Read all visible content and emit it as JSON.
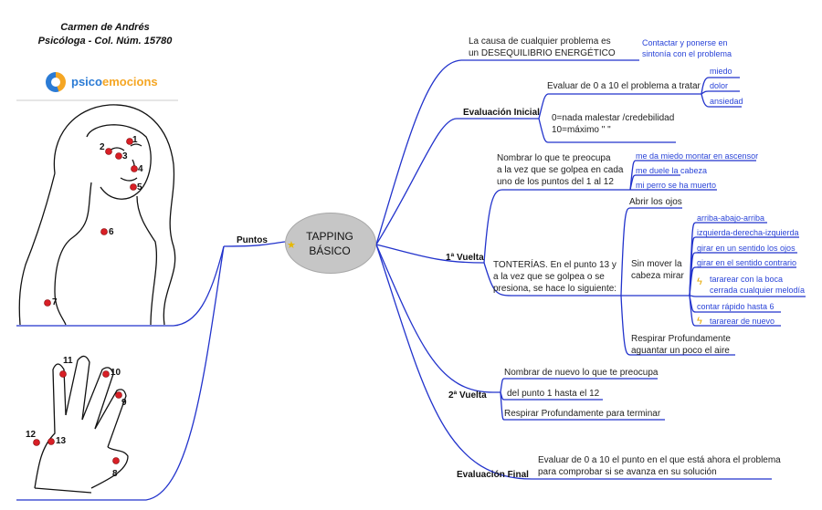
{
  "header": {
    "author": "Carmen de Andrés",
    "credential": "Psicóloga - Col. Núm. 15780"
  },
  "logo": {
    "part1": "psico",
    "part2": "emocions"
  },
  "center": {
    "line1": "TAPPING",
    "line2": "BÁSICO"
  },
  "branches": {
    "puntos": "Puntos",
    "evaluacion_inicial": "Evaluación Inicial",
    "primera_vuelta": "1ª Vuelta",
    "segunda_vuelta": "2ª Vuelta",
    "evaluacion_final": "Evaluación Final"
  },
  "causa": {
    "text1": "La causa de cualquier problema es",
    "text2": "un  DESEQUILIBRIO  ENERGÉTICO",
    "link1": "Contactar y ponerse en",
    "link2": "sintonía con el problema"
  },
  "eval_inicial": {
    "evaluar": "Evaluar de 0 a 10 el problema a tratar",
    "options": [
      "miedo",
      "dolor",
      "ansiedad"
    ],
    "scale1": "0=nada malestar /credebilidad",
    "scale2": "10=máximo \"          \""
  },
  "vuelta1": {
    "nombrar": [
      "Nombrar lo que te preocupa",
      "a la vez que se golpea en cada",
      "uno de los puntos del 1 al 12"
    ],
    "examples": [
      "me da miedo montar en ascensor",
      "me duele la cabeza",
      "mi perro se ha muerto"
    ],
    "tonterias": [
      "TONTERÍAS. En el punto 13 y",
      "a la vez que se golpea o se",
      "presiona, se hace lo siguiente:"
    ],
    "abrir": "Abrir los ojos",
    "sin_mover": [
      "Sin mover la",
      "cabeza mirar"
    ],
    "moves": [
      "arriba-abajo-arriba",
      "izquierda-derecha-izquierda",
      "girar en un sentido los ojos",
      "girar en el sentido contrario"
    ],
    "tararear1": [
      "tararear con la boca",
      "cerrada cualquier melodía"
    ],
    "contar": "contar rápido hasta 6",
    "tararear2": "tararear de nuevo",
    "respirar": [
      "Respirar Profundamente",
      "aguantar un poco el aire"
    ]
  },
  "vuelta2": {
    "items": [
      "Nombrar de nuevo lo que te preocupa",
      "del punto 1 hasta el 12",
      "Respirar Profundamente para terminar"
    ]
  },
  "eval_final": {
    "line1": "Evaluar de 0 a 10 el punto en el que está ahora el problema",
    "line2": "para comprobar si se avanza en su solución"
  },
  "points": {
    "face": [
      "1",
      "2",
      "3",
      "4",
      "5",
      "6",
      "7"
    ],
    "hand": [
      "8",
      "9",
      "10",
      "11",
      "12",
      "13"
    ]
  },
  "colors": {
    "branch": "#2233cc",
    "dot": "#d81f26",
    "center": "#c6c6c6"
  }
}
